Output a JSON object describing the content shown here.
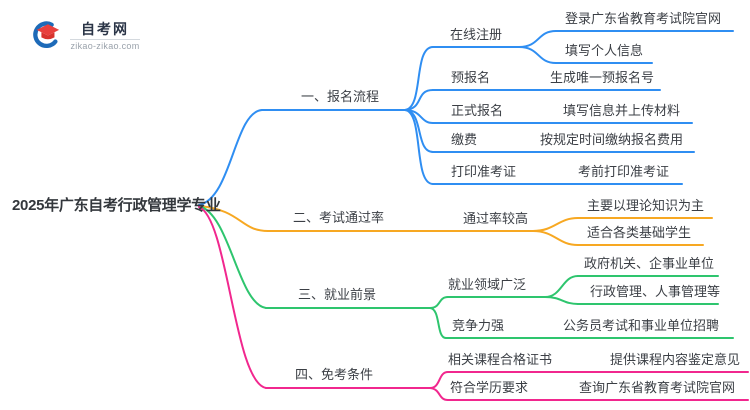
{
  "logo": {
    "title": "自考网",
    "domain": "zikao-zikao.com",
    "brand_blue": "#1d6ab8",
    "brand_red": "#e8403d"
  },
  "root": {
    "label": "2025年广东自考行政管理学专业"
  },
  "branches": [
    {
      "label": "一、报名流程",
      "color": "#2f8ef2",
      "children": [
        {
          "label": "在线注册",
          "children": [
            {
              "label": "登录广东省教育考试院官网"
            },
            {
              "label": "填写个人信息"
            }
          ]
        },
        {
          "label": "预报名",
          "children": [
            {
              "label": "生成唯一预报名号"
            }
          ]
        },
        {
          "label": "正式报名",
          "children": [
            {
              "label": "填写信息并上传材料"
            }
          ]
        },
        {
          "label": "缴费",
          "children": [
            {
              "label": "按规定时间缴纳报名费用"
            }
          ]
        },
        {
          "label": "打印准考证",
          "children": [
            {
              "label": "考前打印准考证"
            }
          ]
        }
      ]
    },
    {
      "label": "二、考试通过率",
      "color": "#f7a822",
      "children": [
        {
          "label": "通过率较高",
          "children": [
            {
              "label": "主要以理论知识为主"
            },
            {
              "label": "适合各类基础学生"
            }
          ]
        }
      ]
    },
    {
      "label": "三、就业前景",
      "color": "#2ec56e",
      "children": [
        {
          "label": "就业领域广泛",
          "children": [
            {
              "label": "政府机关、企事业单位"
            },
            {
              "label": "行政管理、人事管理等"
            }
          ]
        },
        {
          "label": "竞争力强",
          "children": [
            {
              "label": "公务员考试和事业单位招聘"
            }
          ]
        }
      ]
    },
    {
      "label": "四、免考条件",
      "color": "#f1278e",
      "children": [
        {
          "label": "相关课程合格证书",
          "children": [
            {
              "label": "提供课程内容鉴定意见"
            }
          ]
        },
        {
          "label": "符合学历要求",
          "children": [
            {
              "label": "查询广东省教育考试院官网"
            }
          ]
        }
      ]
    }
  ]
}
